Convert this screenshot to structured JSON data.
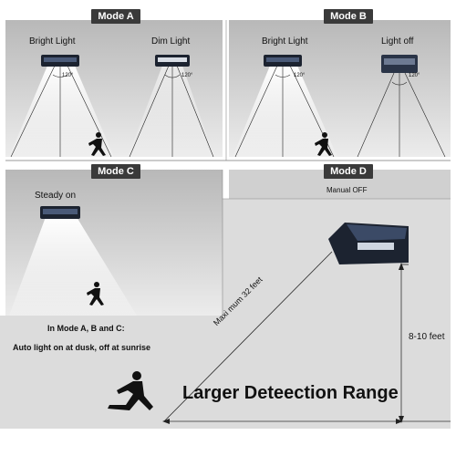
{
  "panels": {
    "mode_a": {
      "title": "Mode A",
      "left_label": "Bright Light",
      "right_label": "Dim Light",
      "left_angle": "120°",
      "right_angle": "120°"
    },
    "mode_b": {
      "title": "Mode B",
      "left_label": "Bright Light",
      "right_label": "Light off",
      "left_angle": "120°",
      "right_angle": "120°"
    },
    "mode_c": {
      "title": "Mode C",
      "label": "Steady on"
    },
    "mode_d": {
      "title": "Mode D",
      "subtitle": "Manual OFF"
    }
  },
  "notes": {
    "line1": "In Mode A, B and C:",
    "line2": "Auto light on at dusk, off at sunrise"
  },
  "bottom": {
    "range_label": "Larger Deteection Range",
    "height_label": "8-10 feet",
    "distance_label": "Maxi mum 32 feet"
  },
  "colors": {
    "panel_bg": "#d9d9d9",
    "label_bg": "#3a3a3a",
    "light_beam": "#ffffff"
  }
}
